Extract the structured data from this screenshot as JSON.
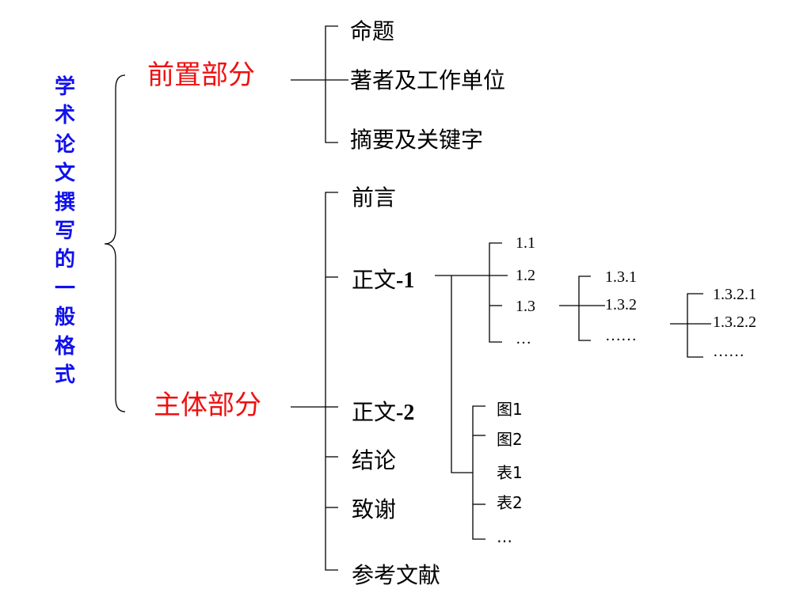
{
  "title_chars": [
    "学",
    "术",
    "论",
    "文",
    "撰",
    "写",
    "的",
    "一",
    "般",
    "格",
    "式"
  ],
  "sections": {
    "front": "前置部分",
    "body": "主体部分"
  },
  "front_items": [
    "命题",
    "著者及工作单位",
    "摘要及关键字"
  ],
  "body_items": {
    "preface": "前言",
    "main1_prefix": "正文",
    "main1_num": "-1",
    "main2_prefix": "正文",
    "main2_num": "-2",
    "conclusion": "结论",
    "thanks": "致谢",
    "references": "参考文献"
  },
  "sub_1": [
    "1.1",
    "1.2",
    "1.3",
    "…"
  ],
  "sub_1_3": [
    "1.3.1",
    "1.3.2",
    "……"
  ],
  "sub_1_3_2": [
    "1.3.2.1",
    "1.3.2.2",
    "……"
  ],
  "figures": [
    "图1",
    "图2",
    "表1",
    "表2",
    "…"
  ],
  "colors": {
    "title": "#1010ee",
    "section": "#ee1111",
    "lines": "#000000"
  }
}
